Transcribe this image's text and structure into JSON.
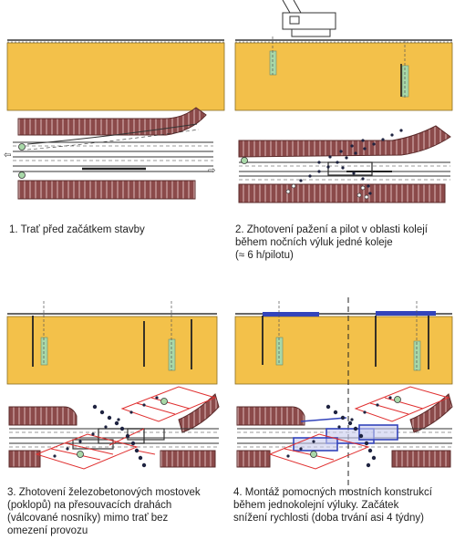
{
  "colors": {
    "soil": "#F3C14A",
    "soil_border": "#8A6D22",
    "wall_fill": "#8B4A4A",
    "wall_dark": "#5A2A2A",
    "pile": "#A8D8A8",
    "bridge_red": "#E03030",
    "bridge_blue": "#3344BB",
    "track": "#333333",
    "dots": "#1E2340"
  },
  "steps": [
    {
      "caption": "1. Trať před začátkem stavby"
    },
    {
      "caption": "2. Zhotovení pažení a pilot v oblasti kolejí\nběhem nočních výluk jedné koleje\n(≈ 6 h/pilotu)"
    },
    {
      "caption": "3. Zhotovení železobetonových mostovek\n(poklopů) na přesouvacích drahách\n(válcované nosníky) mimo trať bez\nomezení provozu"
    },
    {
      "caption": "4. Montáž pomocných mostních konstrukcí\nběhem jednokolejní výluky. Začátek\nsnížení rychlosti (doba trvání asi 4 týdny)"
    }
  ],
  "icons": [
    "crane-icon",
    "arrow-left-icon",
    "arrow-right-icon",
    "marker-circle-icon"
  ]
}
